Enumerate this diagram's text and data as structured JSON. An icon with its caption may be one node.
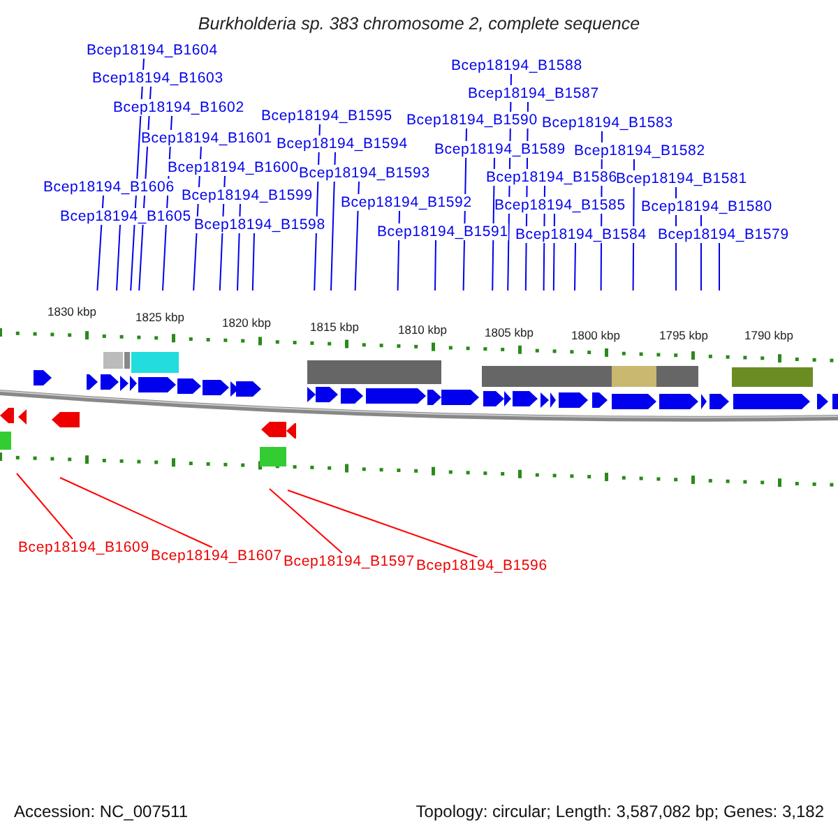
{
  "diagram": {
    "title": "Burkholderia sp. 383 chromosome 2, complete sequence",
    "nodes": [
      {
        "text": [
          "Bcep18194_B1604"
        ]
      },
      {
        "text": [
          "Bcep18194_B1588"
        ]
      },
      {
        "text": [
          "Bcep18194_B1603"
        ]
      },
      {
        "text": [
          "Bcep18194_B1587"
        ]
      },
      {
        "text": [
          "Bcep18194_B1602"
        ]
      },
      {
        "text": [
          "Bcep18194_B1595"
        ]
      },
      {
        "text": [
          "Bcep18194_B1590"
        ]
      },
      {
        "text": [
          "Bcep18194_B1583"
        ]
      },
      {
        "text": [
          "Bcep18194_B1601"
        ]
      },
      {
        "text": [
          "Bcep18194_B1594"
        ]
      },
      {
        "text": [
          "Bcep18194_B1589"
        ]
      },
      {
        "text": [
          "Bcep18194_B1582"
        ]
      },
      {
        "text": [
          "Bcep18194_B1600"
        ]
      },
      {
        "text": [
          "Bcep18194_B1593"
        ]
      },
      {
        "text": [
          "Bcep18194_B1586"
        ]
      },
      {
        "text": [
          "Bcep18194_B1581"
        ]
      },
      {
        "text": [
          "Bcep18194_B1606"
        ]
      },
      {
        "text": [
          "Bcep18194_B1599"
        ]
      },
      {
        "text": [
          "Bcep18194_B1592"
        ]
      },
      {
        "text": [
          "Bcep18194_B1585"
        ]
      },
      {
        "text": [
          "Bcep18194_B1580"
        ]
      },
      {
        "text": [
          "Bcep18194_B1605"
        ]
      },
      {
        "text": [
          "Bcep18194_B1598"
        ]
      },
      {
        "text": [
          "Bcep18194_B1591"
        ]
      },
      {
        "text": [
          "Bcep18194_B1584"
        ]
      },
      {
        "text": [
          "Bcep18194_B1579"
        ]
      },
      {
        "text": [
          "Bcep18194_B1609"
        ]
      },
      {
        "text": [
          "Bcep18194_B1607"
        ]
      },
      {
        "text": [
          "Bcep18194_B1597"
        ]
      },
      {
        "text": [
          "Bcep18194_B1596"
        ]
      }
    ],
    "edges": [
      {
        "from": 0,
        "to": null,
        "arrow": "none"
      },
      {
        "from": 1,
        "to": null,
        "arrow": "none"
      },
      {
        "from": 2,
        "to": null,
        "arrow": "none"
      },
      {
        "from": 3,
        "to": null,
        "arrow": "none"
      },
      {
        "from": 4,
        "to": null,
        "arrow": "none"
      },
      {
        "from": 5,
        "to": null,
        "arrow": "none"
      },
      {
        "from": 6,
        "to": null,
        "arrow": "none"
      },
      {
        "from": 7,
        "to": null,
        "arrow": "none"
      },
      {
        "from": 8,
        "to": null,
        "arrow": "none"
      },
      {
        "from": 9,
        "to": null,
        "arrow": "none"
      },
      {
        "from": 10,
        "to": null,
        "arrow": "none"
      },
      {
        "from": 11,
        "to": null,
        "arrow": "none"
      },
      {
        "from": 12,
        "to": null,
        "arrow": "none"
      },
      {
        "from": 13,
        "to": null,
        "arrow": "none"
      },
      {
        "from": 14,
        "to": null,
        "arrow": "none"
      },
      {
        "from": 15,
        "to": null,
        "arrow": "none"
      },
      {
        "from": 16,
        "to": null,
        "arrow": "none"
      },
      {
        "from": 17,
        "to": null,
        "arrow": "none"
      },
      {
        "from": 18,
        "to": null,
        "arrow": "none"
      },
      {
        "from": 19,
        "to": null,
        "arrow": "none"
      },
      {
        "from": 20,
        "to": null,
        "arrow": "none"
      },
      {
        "from": 21,
        "to": null,
        "arrow": "none"
      },
      {
        "from": 22,
        "to": null,
        "arrow": "none"
      },
      {
        "from": 23,
        "to": null,
        "arrow": "none"
      },
      {
        "from": 24,
        "to": null,
        "arrow": "none"
      },
      {
        "from": 25,
        "to": null,
        "arrow": "none"
      },
      {
        "from": 26,
        "to": null,
        "arrow": "none",
        "color": "#ff0000"
      },
      {
        "from": 27,
        "to": null,
        "arrow": "none",
        "color": "#ff0000"
      },
      {
        "from": 28,
        "to": null,
        "arrow": "none",
        "color": "#ff0000"
      },
      {
        "from": 29,
        "to": null,
        "arrow": "none",
        "color": "#ff0000"
      }
    ],
    "labels": [
      "1830 kbp",
      "1825 kbp",
      "1820 kbp",
      "1815 kbp",
      "1810 kbp",
      "1805 kbp",
      "1800 kbp",
      "1795 kbp",
      "1790 kbp",
      "Accession: NC_007511",
      "Topology: circular; Length: 3,587,082 bp; Genes: 3,182"
    ]
  }
}
